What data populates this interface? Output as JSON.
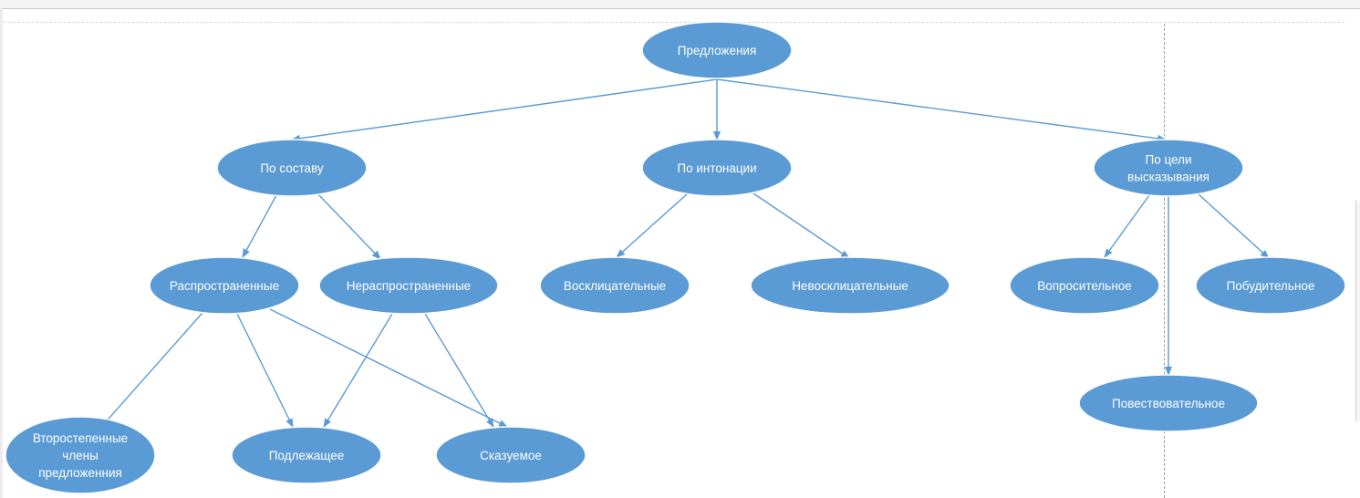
{
  "diagram": {
    "nodes": [
      {
        "id": "root",
        "lines": [
          "Предложения"
        ]
      },
      {
        "id": "composition",
        "lines": [
          "По составу"
        ]
      },
      {
        "id": "intonation",
        "lines": [
          "По интонации"
        ]
      },
      {
        "id": "purpose",
        "lines": [
          "По цели",
          "высказывания"
        ]
      },
      {
        "id": "extended",
        "lines": [
          "Распространенные"
        ]
      },
      {
        "id": "nonextended",
        "lines": [
          "Нераспространенные"
        ]
      },
      {
        "id": "exclamatory",
        "lines": [
          "Восклицательные"
        ]
      },
      {
        "id": "nonexclamatory",
        "lines": [
          "Невосклицательные"
        ]
      },
      {
        "id": "interrogative",
        "lines": [
          "Вопросительное"
        ]
      },
      {
        "id": "imperative",
        "lines": [
          "Побудительное"
        ]
      },
      {
        "id": "declarative",
        "lines": [
          "Повествовательное"
        ]
      },
      {
        "id": "secondary",
        "lines": [
          "Второстепенные",
          "члены",
          "предложенния"
        ]
      },
      {
        "id": "subject",
        "lines": [
          "Подлежащее"
        ]
      },
      {
        "id": "predicate",
        "lines": [
          "Сказуемое"
        ]
      }
    ],
    "edges": [
      {
        "from": "root",
        "to": "composition",
        "arrow": true
      },
      {
        "from": "root",
        "to": "intonation",
        "arrow": true
      },
      {
        "from": "root",
        "to": "purpose",
        "arrow": true
      },
      {
        "from": "composition",
        "to": "extended",
        "arrow": true
      },
      {
        "from": "composition",
        "to": "nonextended",
        "arrow": true
      },
      {
        "from": "intonation",
        "to": "exclamatory",
        "arrow": true
      },
      {
        "from": "intonation",
        "to": "nonexclamatory",
        "arrow": true
      },
      {
        "from": "purpose",
        "to": "interrogative",
        "arrow": true
      },
      {
        "from": "purpose",
        "to": "imperative",
        "arrow": true
      },
      {
        "from": "purpose",
        "to": "declarative",
        "arrow": true
      },
      {
        "from": "extended",
        "to": "secondary",
        "arrow": false
      },
      {
        "from": "extended",
        "to": "subject",
        "arrow": true
      },
      {
        "from": "extended",
        "to": "predicate",
        "arrow": true
      },
      {
        "from": "nonextended",
        "to": "subject",
        "arrow": true
      },
      {
        "from": "nonextended",
        "to": "predicate",
        "arrow": true
      }
    ]
  }
}
